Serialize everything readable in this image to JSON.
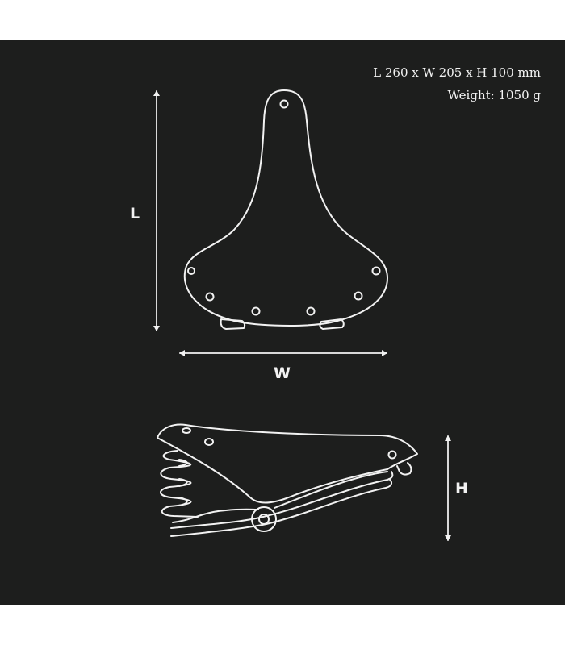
{
  "specs": {
    "dimensions": "L 260 x W 205 x H 100 mm",
    "weight": "Weight: 1050 g"
  },
  "labels": {
    "length": "L",
    "width": "W",
    "height": "H"
  },
  "colors": {
    "background": "#1d1e1d",
    "line": "#f2f2f2",
    "page": "#ffffff"
  },
  "views": {
    "top": "saddle-top-view",
    "side": "saddle-side-view"
  }
}
